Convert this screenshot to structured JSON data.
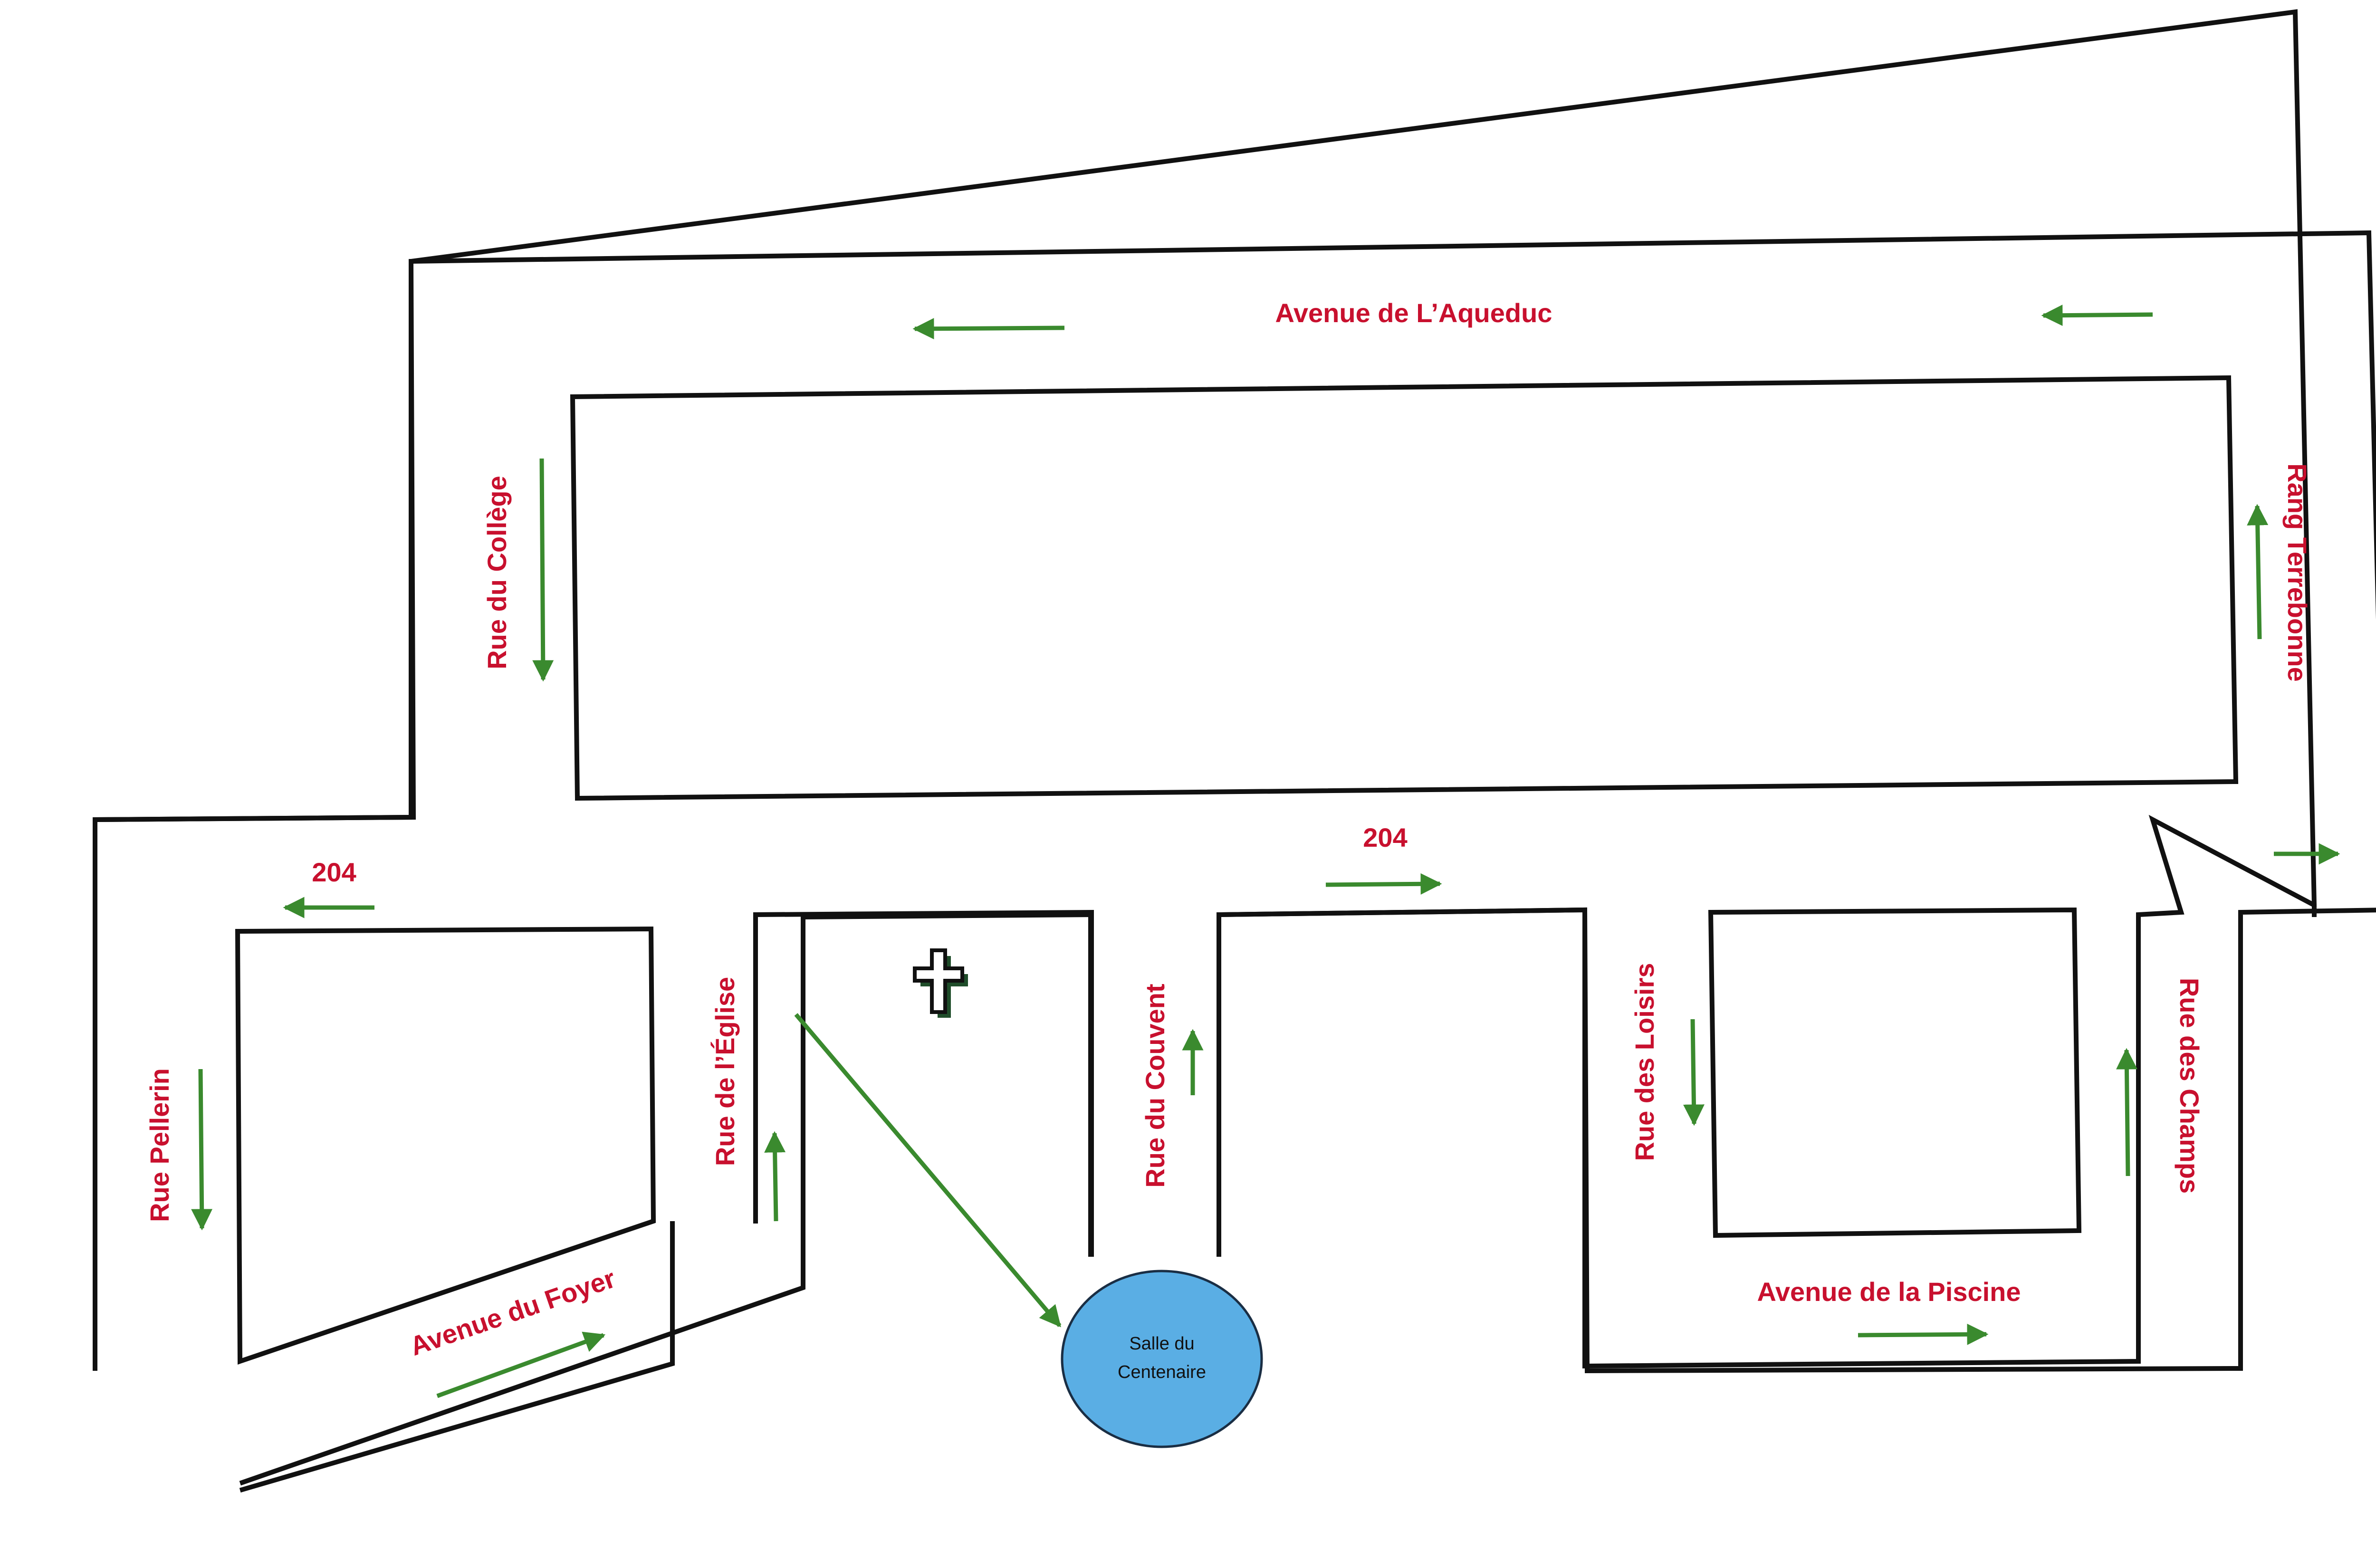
{
  "streets": {
    "aqueduc": "Avenue de L’Aqueduc",
    "college": "Rue du Collège",
    "terrebonne": "Rang Terrebonne",
    "route_left": "204",
    "route_center": "204",
    "pellerin": "Rue Pellerin",
    "eglise": "Rue de l’Église",
    "couvent": "Rue du Couvent",
    "loisirs": "Rue des Loisirs",
    "champs": "Rue des Champs",
    "foyer": "Avenue du Foyer",
    "piscine": "Avenue de la Piscine"
  },
  "destination": {
    "line1": "Salle du",
    "line2": "Centenaire",
    "color": "#5aaee4"
  },
  "colors": {
    "label": "#c8102e",
    "arrow": "#3a8a2e",
    "road": "#111111"
  },
  "icons": {
    "church": "church-cross-icon"
  }
}
